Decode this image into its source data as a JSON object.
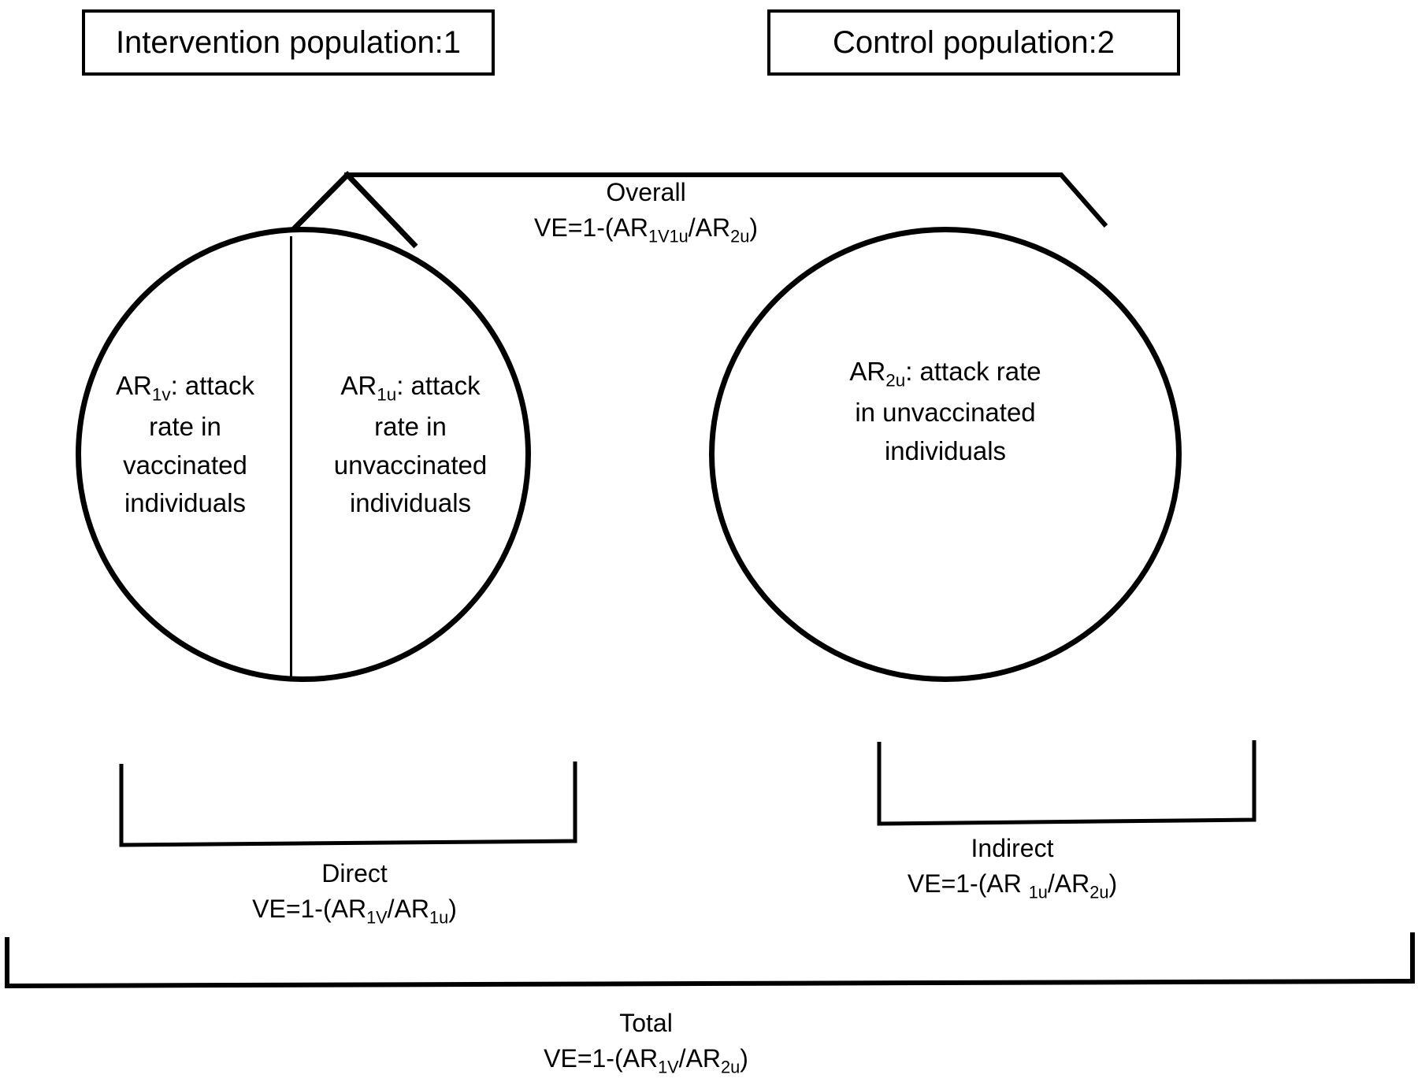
{
  "diagram": {
    "title_boxes": {
      "intervention": "Intervention population:1",
      "control": "Control population:2"
    },
    "circles": {
      "intervention_vaccinated": "AR1v: attack\nrate in\nvaccinated\nindividuals",
      "intervention_unvaccinated": "AR1u: attack\nrate in\nunvaccinated\nindividuals",
      "control_unvaccinated": "AR2u: attack rate\nin unvaccinated\nindividuals"
    },
    "measures": {
      "overall": {
        "name": "Overall",
        "formula": "VE=1-(AR1V1u/AR2u)"
      },
      "direct": {
        "name": "Direct",
        "formula": "VE=1-(AR1V/AR1u)"
      },
      "indirect": {
        "name": "Indirect",
        "formula": "VE=1-(AR 1u/AR2u)"
      },
      "total": {
        "name": "Total",
        "formula": "VE=1-(AR1V/AR2u)"
      }
    },
    "colors": {
      "stroke": "#000000",
      "background": "#ffffff"
    }
  }
}
